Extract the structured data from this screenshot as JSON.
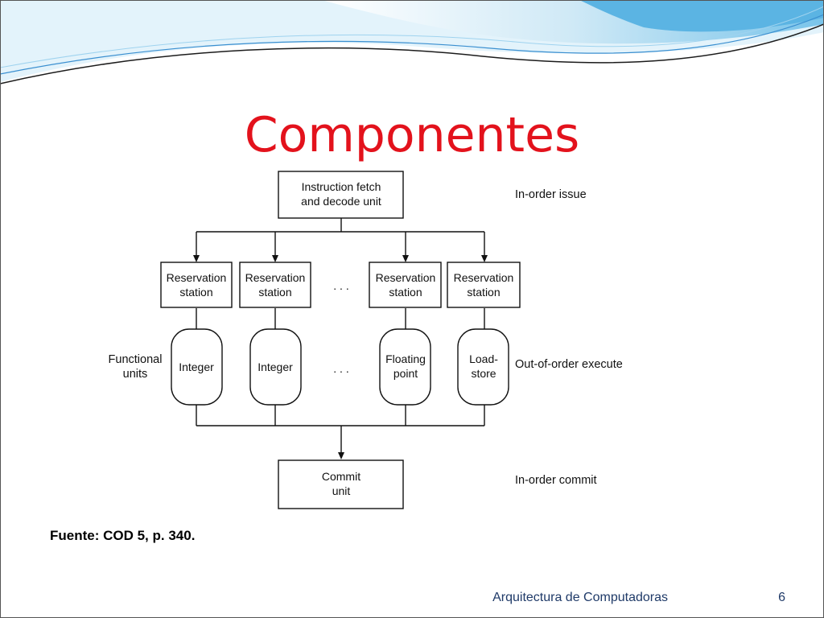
{
  "slide": {
    "title": "Componentes",
    "caption": "Fuente: COD 5, p. 340.",
    "footer": "Arquitectura de Computadoras",
    "page_number": "6"
  },
  "diagram": {
    "fetch_unit": [
      "Instruction fetch",
      "and decode unit"
    ],
    "reservation_stations": [
      [
        "Reservation",
        "station"
      ],
      [
        "Reservation",
        "station"
      ],
      [
        "Reservation",
        "station"
      ],
      [
        "Reservation",
        "station"
      ]
    ],
    "functional_units_label": [
      "Functional",
      "units"
    ],
    "functional_units": [
      [
        "Integer"
      ],
      [
        "Integer"
      ],
      [
        "Floating",
        "point"
      ],
      [
        "Load-",
        "store"
      ]
    ],
    "ellipsis": ". . .",
    "commit_unit": [
      "Commit",
      "unit"
    ],
    "stage_labels": [
      "In-order issue",
      "Out-of-order execute",
      "In-order commit"
    ]
  },
  "colors": {
    "title": "#e3121c",
    "footer": "#1f3a68",
    "wave_light": "#bfe3f4",
    "wave_mid": "#6cc0e6",
    "wave_dark": "#2b7fc0"
  }
}
